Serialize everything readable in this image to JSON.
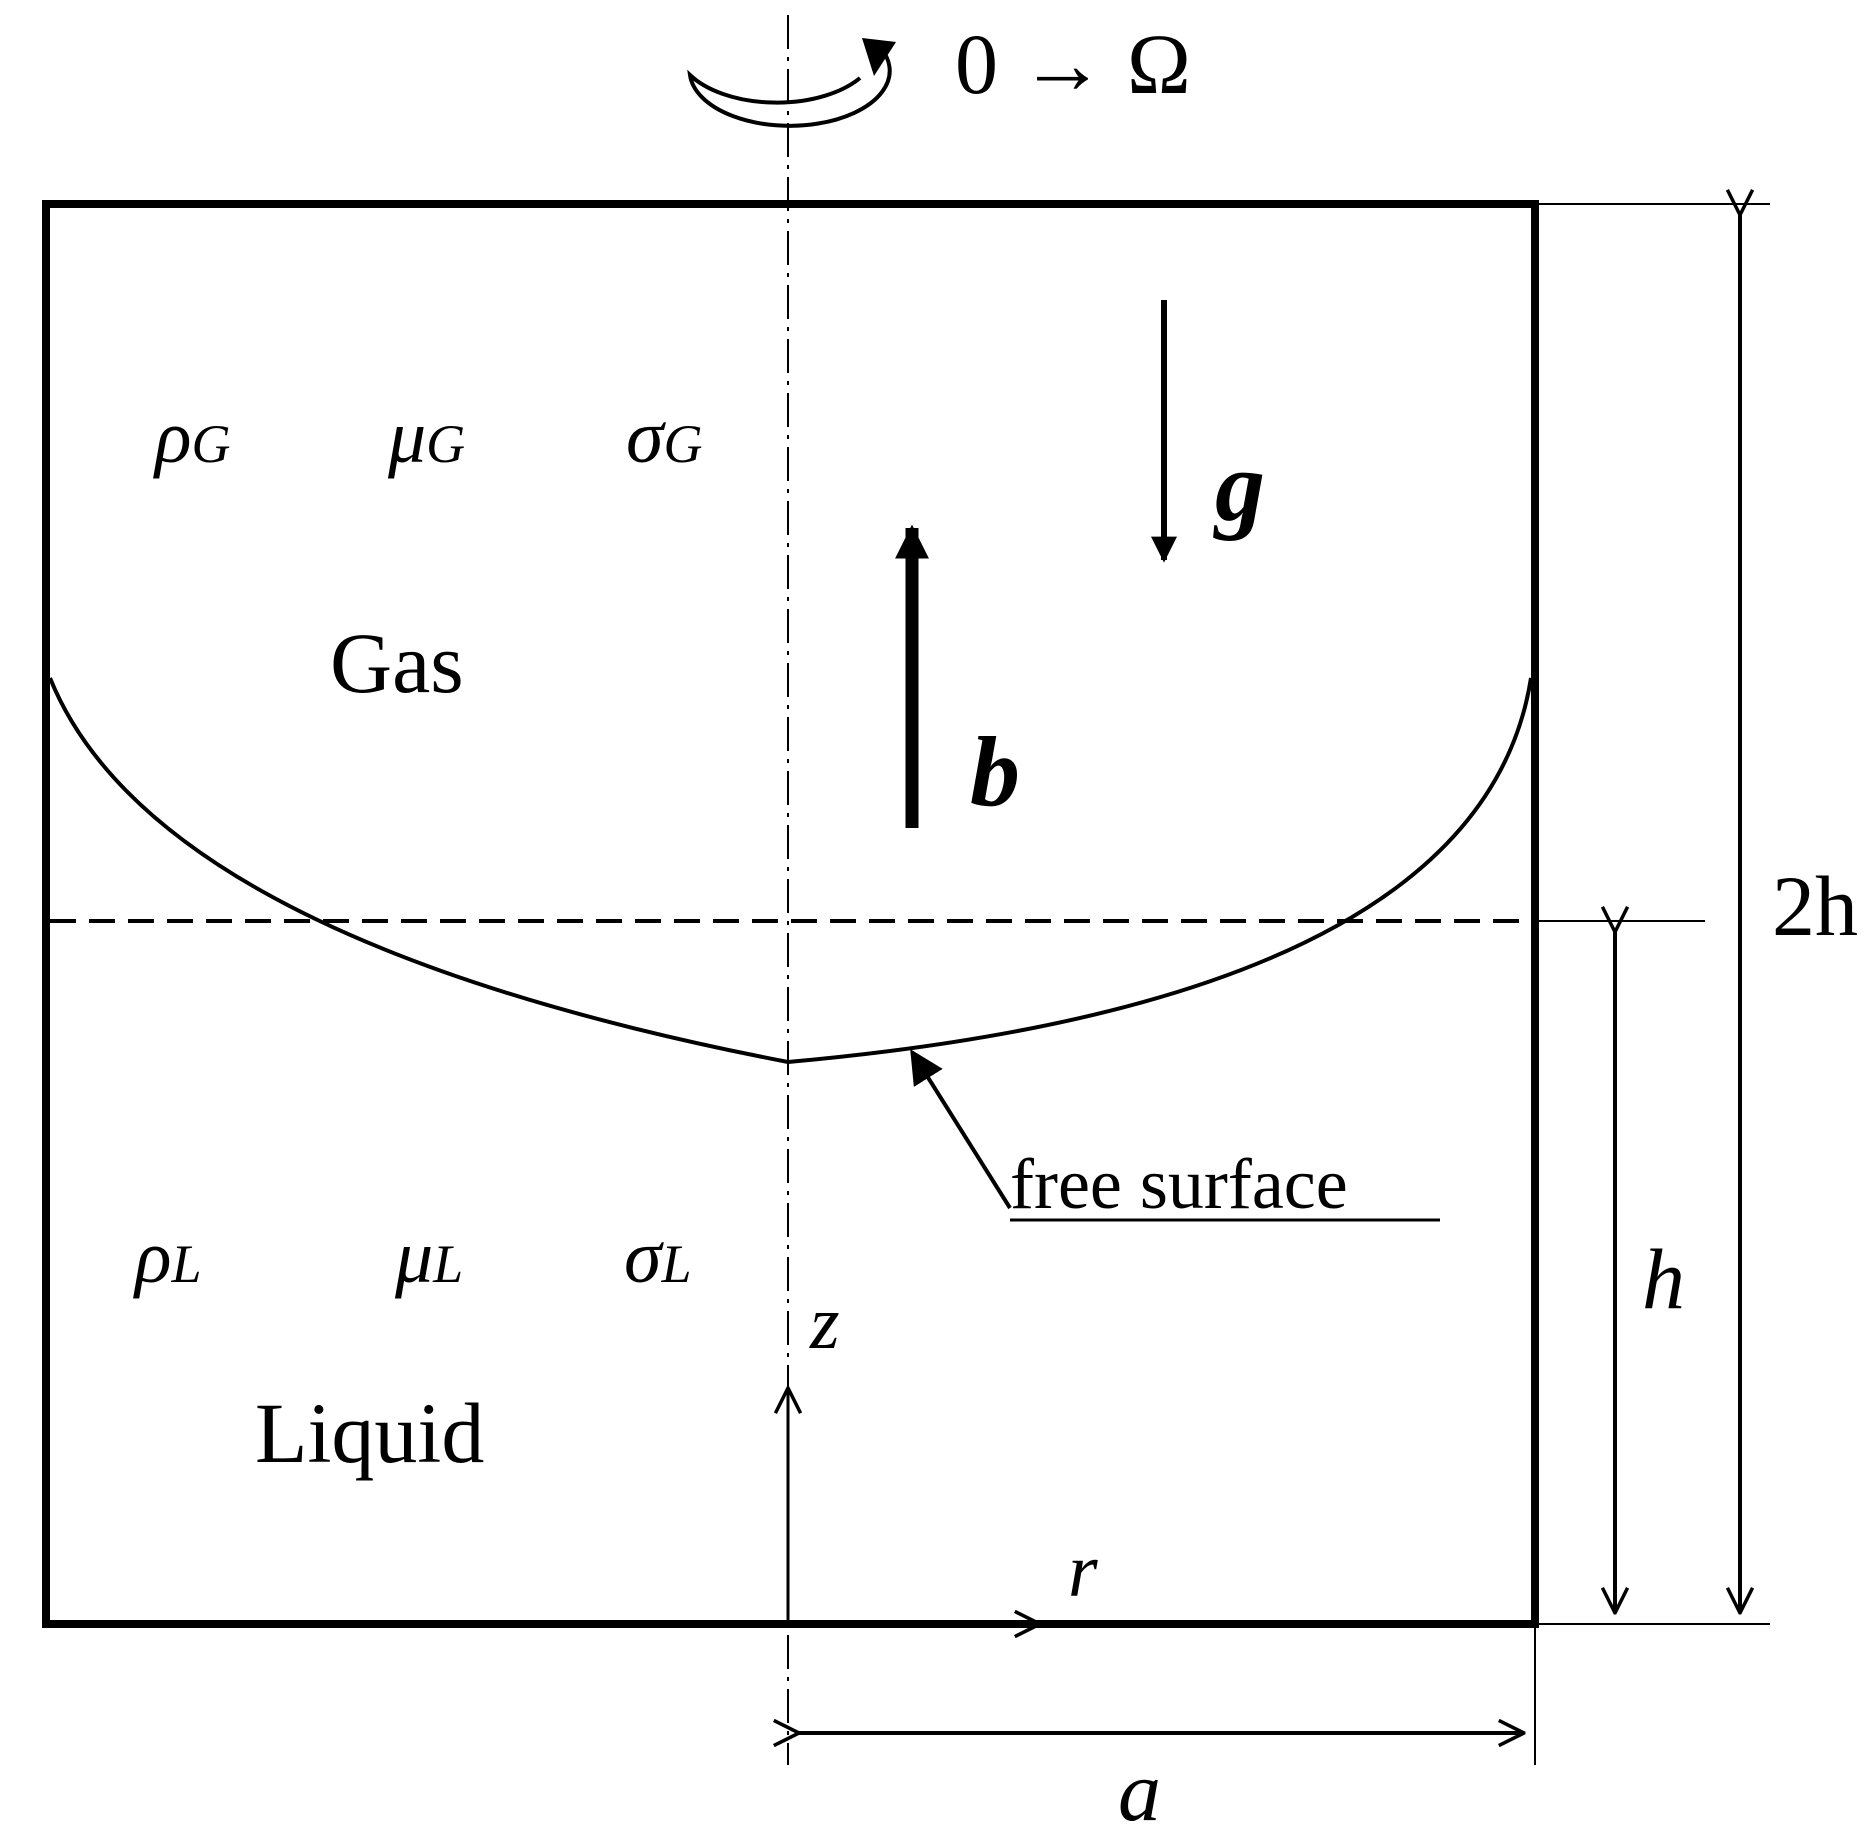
{
  "rotation": {
    "label": "0 → Ω"
  },
  "gas": {
    "label": "Gas",
    "props": [
      {
        "sym": "ρ",
        "sub": "G"
      },
      {
        "sym": "μ",
        "sub": "G"
      },
      {
        "sym": "σ",
        "sub": "G"
      }
    ]
  },
  "liquid": {
    "label": "Liquid",
    "props": [
      {
        "sym": "ρ",
        "sub": "L"
      },
      {
        "sym": "μ",
        "sub": "L"
      },
      {
        "sym": "σ",
        "sub": "L"
      }
    ]
  },
  "vectors": {
    "gravity": "g",
    "body_force": "b"
  },
  "surface_label": "free surface",
  "axes": {
    "z": "z",
    "r": "r"
  },
  "dimensions": {
    "height_total": "2h",
    "height_fill": "h",
    "radius": "a"
  },
  "colors": {
    "ink": "#000000",
    "background": "#ffffff"
  }
}
